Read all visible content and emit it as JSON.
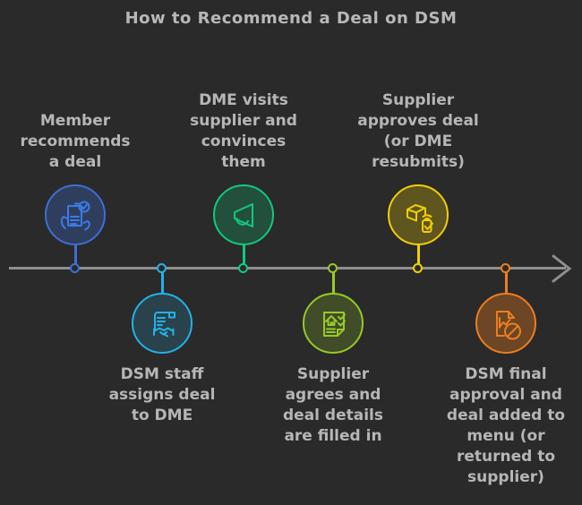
{
  "title": "How to Recommend a Deal on DSM",
  "background_color": "#2a2a2a",
  "text_color": "#b6b6b6",
  "timeline": {
    "line_color": "#8f8f8f",
    "arrow_icon": "right-arrow-icon"
  },
  "nodes": [
    {
      "label": "Member\nrecommends\na deal",
      "icon": "hands-holding-deal-document-icon",
      "position": "above",
      "color": "#3e6ed6",
      "icon_color": "#3a7bea",
      "fill": "rgba(62,110,214,0.30)"
    },
    {
      "label": "DSM staff\nassigns deal\nto DME",
      "icon": "contract-handshake-icon",
      "position": "below",
      "color": "#25b1e8",
      "fill": "rgba(37,177,232,0.18)"
    },
    {
      "label": "DME visits\nsupplier and\nconvinces\nthem",
      "icon": "megaphone-icon",
      "position": "above",
      "color": "#12c97e",
      "fill": "rgba(18,201,126,0.24)"
    },
    {
      "label": "Supplier\nagrees and\ndeal details\nare filled in",
      "icon": "deal-details-checklist-icon",
      "position": "below",
      "color": "#96ca26",
      "fill": "rgba(150,202,38,0.22)"
    },
    {
      "label": "Supplier\napproves deal\n(or DME\nresubmits)",
      "icon": "package-approval-phone-icon",
      "position": "above",
      "color": "#f2d000",
      "fill": "rgba(242,208,0,0.26)"
    },
    {
      "label": "DSM final\napproval and\ndeal added to\nmenu (or\nreturned to\nsupplier)",
      "icon": "document-rejected-icon",
      "position": "below",
      "color": "#ee7e1e",
      "fill": "rgba(238,126,30,0.34)"
    }
  ]
}
